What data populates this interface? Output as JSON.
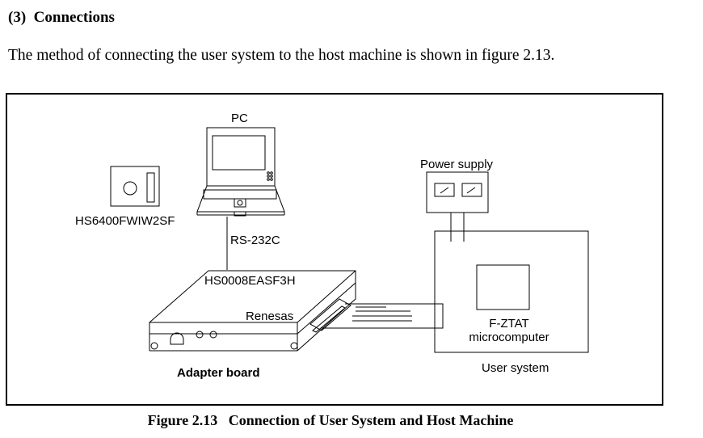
{
  "section": {
    "heading": "(3)  Connections"
  },
  "intro": {
    "text": "The method of connecting the user system to the host machine is shown in figure 2.13."
  },
  "figure": {
    "caption": "Figure 2.13   Connection of User System and Host Machine",
    "labels": {
      "pc": "PC",
      "rs232c": "RS-232C",
      "power_supply": "Power supply",
      "hs6400": "HS6400FWIW2SF",
      "hs0008": "HS0008EASF3H",
      "renesas": "Renesas",
      "adapter_board": "Adapter board",
      "fztat_line1": "F-ZTAT",
      "fztat_line2": "microcomputer",
      "user_system": "User system"
    }
  }
}
